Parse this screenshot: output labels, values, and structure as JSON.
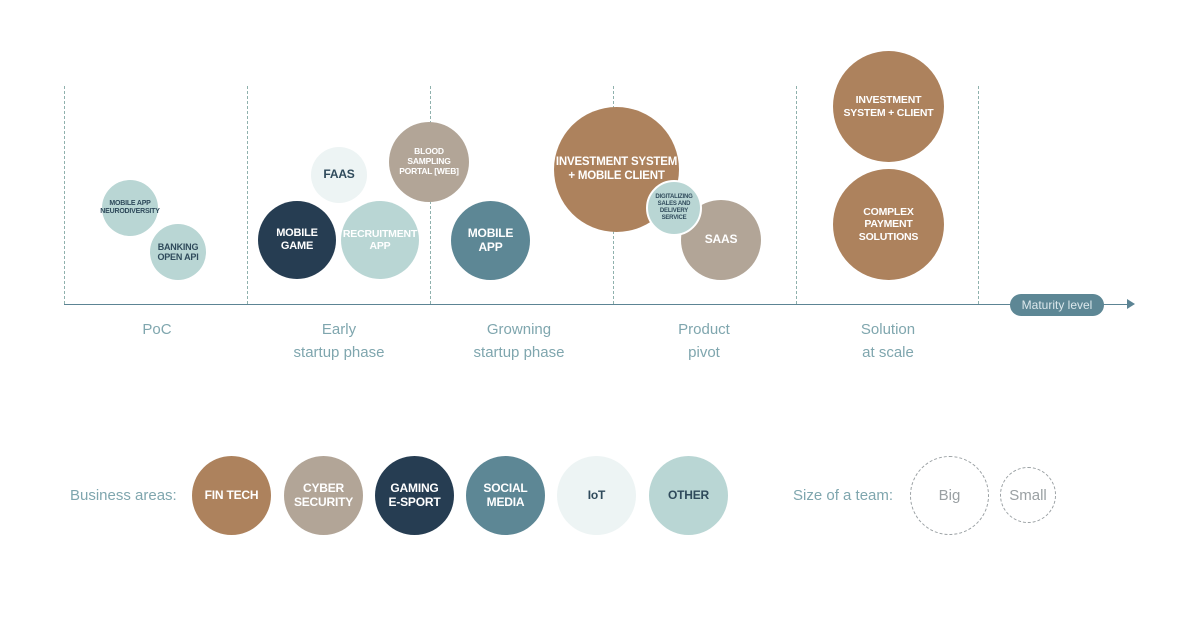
{
  "axis": {
    "maturity_label": "Maturity level"
  },
  "phases": [
    {
      "line1": "PoC",
      "line2": ""
    },
    {
      "line1": "Early",
      "line2": "startup phase"
    },
    {
      "line1": "Growning",
      "line2": "startup phase"
    },
    {
      "line1": "Product",
      "line2": "pivot"
    },
    {
      "line1": "Solution",
      "line2": "at scale"
    }
  ],
  "projects": {
    "mobile_app_neurodiversity": "MOBILE APP\nNEURODIVERSITY",
    "banking_open_api": "BANKING\nOPEN API",
    "faas": "FAAS",
    "blood_sampling": "BLOOD\nSAMPLING\nPORTAL [WEB]",
    "mobile_game": "MOBILE\nGAME",
    "recruitment_app": "RECRUITMENT\nAPP",
    "mobile_app": "MOBILE\nAPP",
    "investment_system_mobile": "INVESTMENT SYSTEM\n+ MOBILE CLIENT",
    "digitalizing_sales": "DIGITALIZING\nSALES AND\nDELIVERY\nSERVICE",
    "saas": "SAAS",
    "investment_system_client": "INVESTMENT\nSYSTEM + CLIENT",
    "complex_payment": "COMPLEX\nPAYMENT\nSOLUTIONS"
  },
  "legend": {
    "business_areas_label": "Business areas:",
    "areas": {
      "fintech": "FIN TECH",
      "cyber": "CYBER\nSECURITY",
      "gaming": "GAMING\nE-SPORT",
      "social": "SOCIAL\nMEDIA",
      "iot": "IoT",
      "other": "OTHER"
    },
    "team_size_label": "Size of a team:",
    "big": "Big",
    "small": "Small"
  },
  "colors": {
    "fintech": "#ad825d",
    "cyber_security": "#b2a597",
    "gaming_esport": "#263d52",
    "social_media": "#5d8795",
    "iot": "#edf4f4",
    "other": "#b9d6d4",
    "axis": "#5c8494",
    "label_text": "#7fa6ae"
  }
}
